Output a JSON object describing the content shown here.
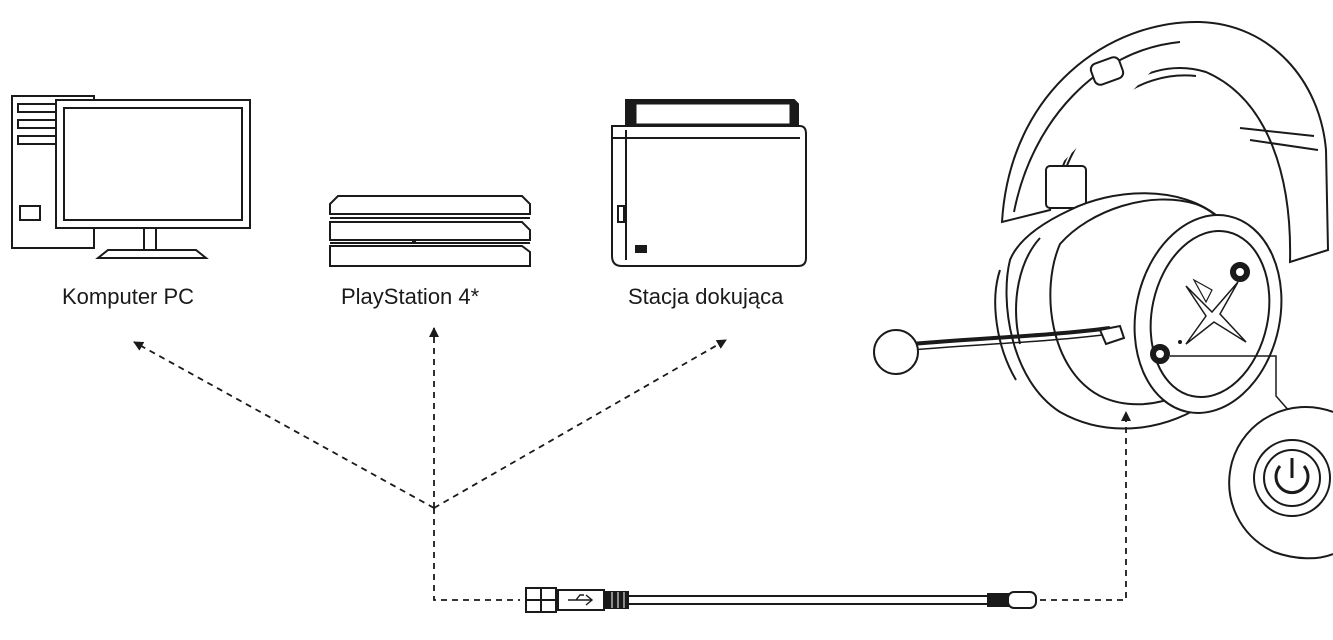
{
  "devices": [
    {
      "key": "pc",
      "label": "Komputer PC"
    },
    {
      "key": "ps4",
      "label": "PlayStation 4*"
    },
    {
      "key": "dock",
      "label": "Stacja dokująca"
    }
  ],
  "icons": {
    "pc": "desktop-computer-icon",
    "ps4": "game-console-icon",
    "dock": "docking-station-icon",
    "headset": "gaming-headset-icon",
    "cable": "usb-cable-icon",
    "power": "power-button-icon"
  },
  "colors": {
    "line": "#1a1a1a",
    "background": "#ffffff"
  }
}
